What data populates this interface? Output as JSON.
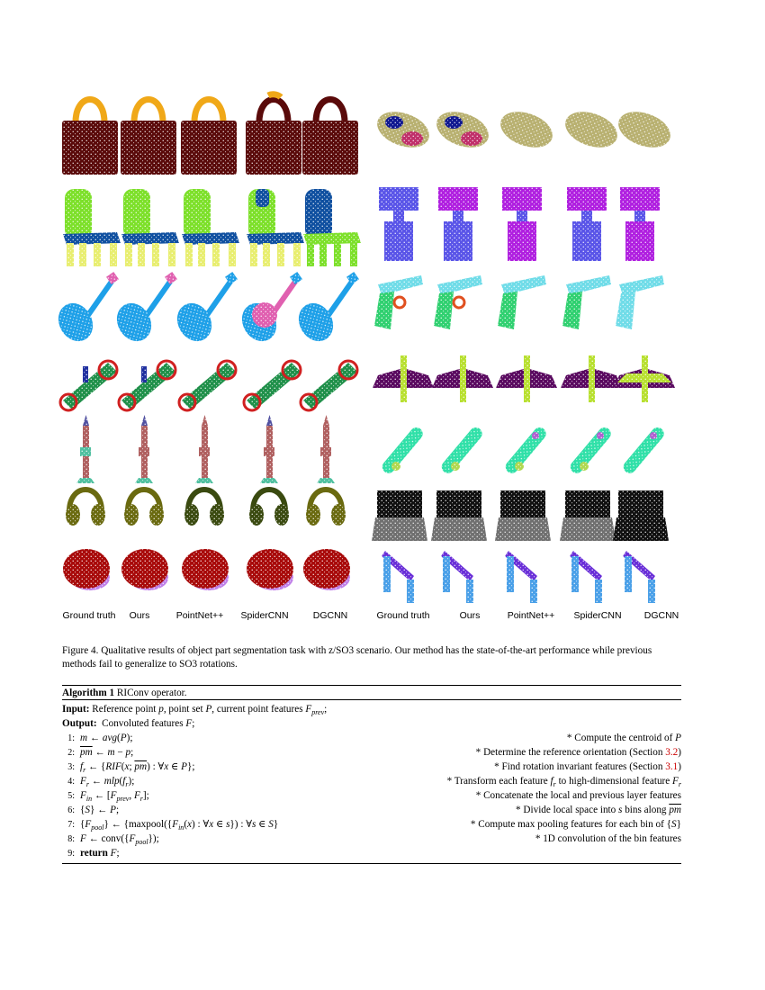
{
  "figure": {
    "left_column_labels": [
      "Ground truth",
      "Ours",
      "PointNet++",
      "SpiderCNN",
      "DGCNN"
    ],
    "right_column_labels": [
      "Ground truth",
      "Ours",
      "PointNet++",
      "SpiderCNN",
      "DGCNN"
    ],
    "left_rows": [
      "bag",
      "chair",
      "guitar",
      "motorbike",
      "rocket",
      "earphone",
      "cap"
    ],
    "right_rows": [
      "car",
      "lamp",
      "pistol",
      "airplane",
      "skateboard",
      "laptop",
      "table"
    ],
    "colors": {
      "bag_body": "#5a0a0a",
      "bag_handle": "#f0a818",
      "bag_handle_err": "#5a0a0a",
      "car_body": "#b8b070",
      "car_blue": "#101890",
      "car_pink": "#c0306a",
      "chair_green": "#7de02a",
      "chair_blue": "#1050a0",
      "chair_yellow": "#e8ee70",
      "lamp_purple": "#b020e0",
      "lamp_blue": "#5a55e8",
      "guitar_blue": "#1ea0e8",
      "guitar_pink": "#e060b0",
      "pistol_cyan": "#70dce8",
      "pistol_green": "#30d070",
      "pistol_orange": "#e05020",
      "moto_green": "#20904a",
      "moto_red": "#d02020",
      "plane_purple": "#5a0a60",
      "plane_yellow": "#b8e030",
      "rocket_body": "#b06060",
      "rocket_tip": "#5050a0",
      "rocket_fin": "#50c0a0",
      "skate_teal": "#30e0a8",
      "skate_yellow": "#b0d850",
      "skate_purple": "#b060d0",
      "ear_olive": "#6a6a10",
      "ear_dark": "#3a4a10",
      "laptop_black": "#101010",
      "laptop_gray": "#707070",
      "cap_red": "#a80a0a",
      "cap_lilac": "#c080e8",
      "table_light": "#4aa0e8",
      "table_purple": "#6a30d8",
      "link": "#cc0000"
    }
  },
  "caption": "Figure 4. Qualitative results of object part segmentation task with z/SO3 scenario. Our method has the state-of-the-art performance while previous methods fail to generalize to SO3 rotations.",
  "algorithm": {
    "title_label": "Algorithm 1",
    "title_text": "RIConv operator.",
    "input_label": "Input:",
    "output_label": "Output:",
    "lines": [
      {
        "num": "1:",
        "comment": "* Compute the centroid of P"
      },
      {
        "num": "2:",
        "comment_pre": "* Determine the reference orientation (Section ",
        "ref": "3.2",
        "comment_post": ")"
      },
      {
        "num": "3:",
        "comment_pre": "* Find rotation invariant features (Section ",
        "ref": "3.1",
        "comment_post": ")"
      },
      {
        "num": "4:",
        "comment": "* Transform each feature f_r to high-dimensional feature F_r"
      },
      {
        "num": "5:",
        "comment": "* Concatenate the local and previous layer features"
      },
      {
        "num": "6:",
        "comment": "* Divide local space into s bins along pm"
      },
      {
        "num": "7:",
        "comment": "* Compute max pooling features for each bin of {S}"
      },
      {
        "num": "8:",
        "comment": "* 1D convolution of the bin features"
      },
      {
        "num": "9:",
        "keyword": "return"
      }
    ]
  }
}
